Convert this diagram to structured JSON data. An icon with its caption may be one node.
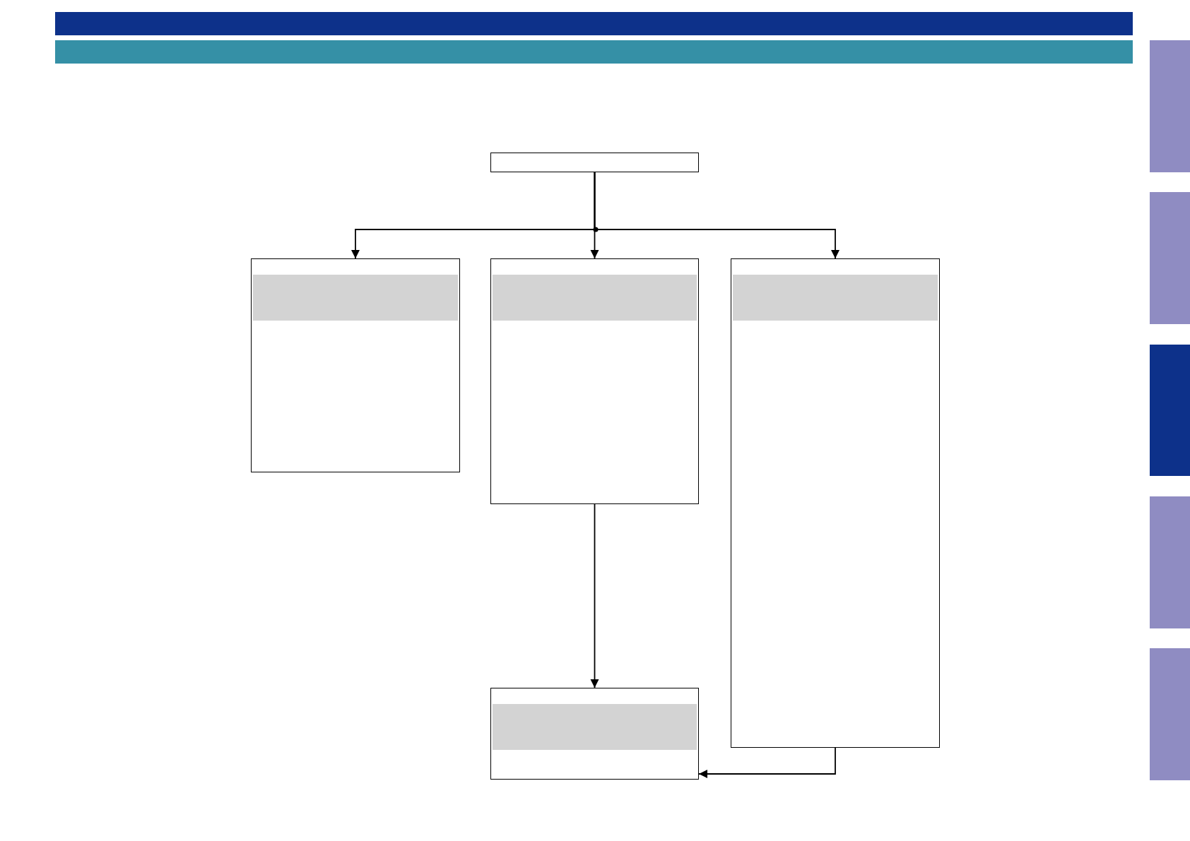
{
  "diagram": {
    "nodes": [
      {
        "text": [],
        "shape": "box"
      },
      {
        "text": [],
        "shape": "box"
      },
      {
        "text": [],
        "shape": "box"
      },
      {
        "text": [],
        "shape": "box"
      },
      {
        "text": [],
        "shape": "box"
      }
    ],
    "edges": [
      {
        "from": 0,
        "to": 1,
        "arrow": "to"
      },
      {
        "from": 0,
        "to": 2,
        "arrow": "to"
      },
      {
        "from": 0,
        "to": 3,
        "arrow": "to"
      },
      {
        "from": 2,
        "to": 4,
        "arrow": "to"
      },
      {
        "from": 3,
        "to": 4,
        "arrow": "to"
      }
    ]
  }
}
